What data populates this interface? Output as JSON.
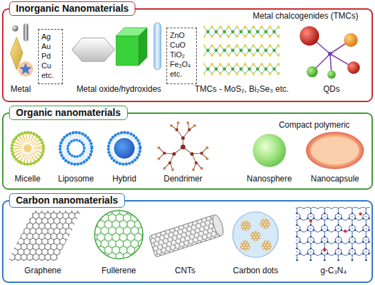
{
  "diagram": {
    "nodes": [
      {
        "text": [
          "Inorganic Nanomaterials"
        ]
      },
      {
        "text": [
          "Ag Au Pd Cu etc."
        ],
        "in": 0
      },
      {
        "text": [
          "ZnO CuO TiO₂ Fe₃O₄ etc."
        ],
        "in": 0
      },
      {
        "text": [
          "Organic nanomaterials"
        ]
      },
      {
        "text": [
          "Carbon nanomaterials"
        ]
      }
    ],
    "labels": [
      "Metal chalcogenides (TMCs)",
      "Metal",
      "Metal oxide/hydroxides",
      "TMCs - MoS₂, Bi₂Se₃ etc.",
      "QDs",
      "Compact polymeric",
      "Micelle",
      "Liposome",
      "Hybrid",
      "Dendrimer",
      "Nanosphere",
      "Nanocapsule",
      "Graphene",
      "Fullerene",
      "CNTs",
      "Carbon dots",
      "g-C₃N₄"
    ]
  }
}
